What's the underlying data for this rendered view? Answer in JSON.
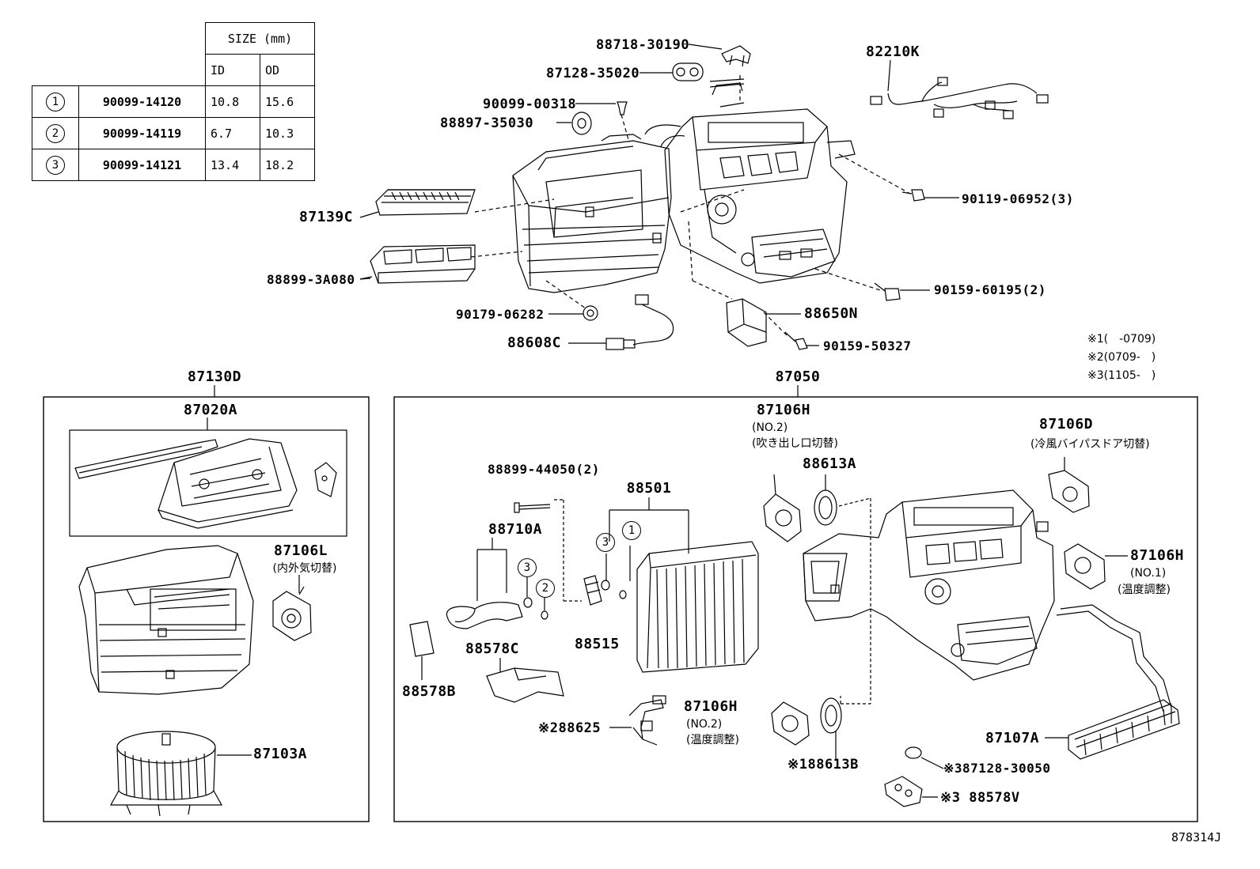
{
  "size_table": {
    "header": "SIZE (mm)",
    "col_id": "ID",
    "col_od": "OD",
    "rows": [
      {
        "index": "1",
        "part": "90099-14120",
        "id": "10.8",
        "od": "15.6"
      },
      {
        "index": "2",
        "part": "90099-14119",
        "id": "6.7",
        "od": "10.3"
      },
      {
        "index": "3",
        "part": "90099-14121",
        "id": "13.4",
        "od": "18.2"
      }
    ]
  },
  "top_labels": {
    "p88718": "88718-30190",
    "p87128": "87128-35020",
    "p90099_00318": "90099-00318",
    "p88897": "88897-35030",
    "p82210K": "82210K",
    "p90119": "90119-06952(3)",
    "p87139C": "87139C",
    "p88899_3A080": "88899-3A080",
    "p90159_60195": "90159-60195(2)",
    "p90179": "90179-06282",
    "p88650N": "88650N",
    "p88608C": "88608C",
    "p90159_50327": "90159-50327"
  },
  "notes": {
    "n1": "※1(　-0709)",
    "n2": "※2(0709-　)",
    "n3": "※3(1105-　)"
  },
  "left_box": {
    "title": "87130D",
    "sub": "87020A",
    "p87106L": "87106L",
    "p87106L_desc": "(内外気切替)",
    "p87103A": "87103A"
  },
  "right_box": {
    "title": "87050",
    "p87106H_top": "87106H",
    "p87106H_top_no": "(NO.2)",
    "p87106H_top_desc": "(吹き出し口切替)",
    "p88613A": "88613A",
    "p87106D": "87106D",
    "p87106D_desc": "(冷風バイパスドア切替)",
    "p88899_44050": "88899-44050(2)",
    "p88501": "88501",
    "p88710A": "88710A",
    "circ3a": "3",
    "circ1": "1",
    "circ3b": "3",
    "circ2": "2",
    "p87106H_right": "87106H",
    "p87106H_right_no": "(NO.1)",
    "p87106H_right_desc": "(温度調整)",
    "p88515": "88515",
    "p88578C": "88578C",
    "p88578B": "88578B",
    "p87106H_bottom": "87106H",
    "p87106H_bottom_no": "(NO.2)",
    "p87106H_bottom_desc": "(温度調整)",
    "p88625": "※288625",
    "p88613B": "※188613B",
    "p87107A": "87107A",
    "p87128_30050": "※387128-30050",
    "p88578V": "※3 88578V"
  },
  "drawing_id": "878314J"
}
